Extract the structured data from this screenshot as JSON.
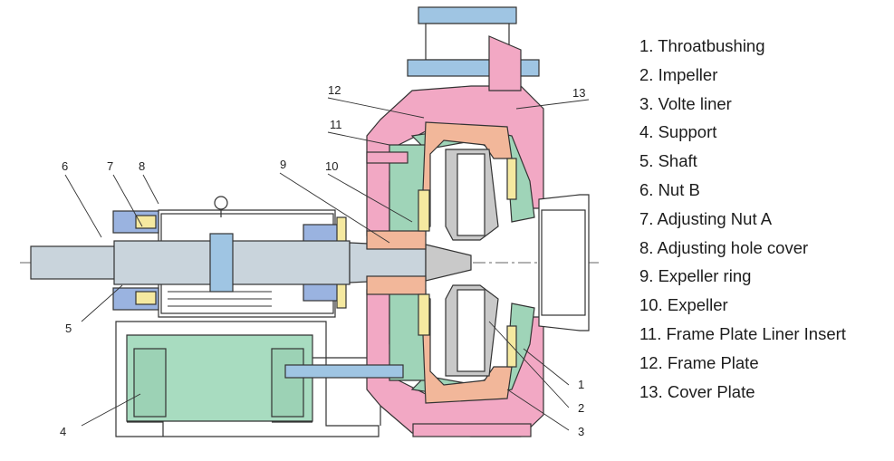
{
  "legend": [
    "1. Throatbushing",
    "2.  Impeller",
    "3.  Volte liner",
    "4.  Support",
    "5.  Shaft",
    "6.  Nut B",
    "7.   Adjusting Nut A",
    "8.   Adjusting hole cover",
    "9.   Expeller ring",
    "10. Expeller",
    "11. Frame Plate Liner Insert",
    "12. Frame Plate",
    "13. Cover Plate"
  ],
  "callouts": [
    "1",
    "2",
    "3",
    "4",
    "5",
    "6",
    "7",
    "8",
    "9",
    "10",
    "11",
    "12",
    "13"
  ],
  "colors": {
    "frame_plate": "#f2a8c4",
    "liner": "#9fd4b8",
    "throatbushing": "#f2b79a",
    "impeller": "#c9c9c9",
    "shaft": "#c9d4dc",
    "support": "#a8dcc0",
    "discharge": "#9fc5e3",
    "bearing": "#9ab3e0",
    "accent_yellow": "#f5e9a0",
    "line": "#333333"
  }
}
